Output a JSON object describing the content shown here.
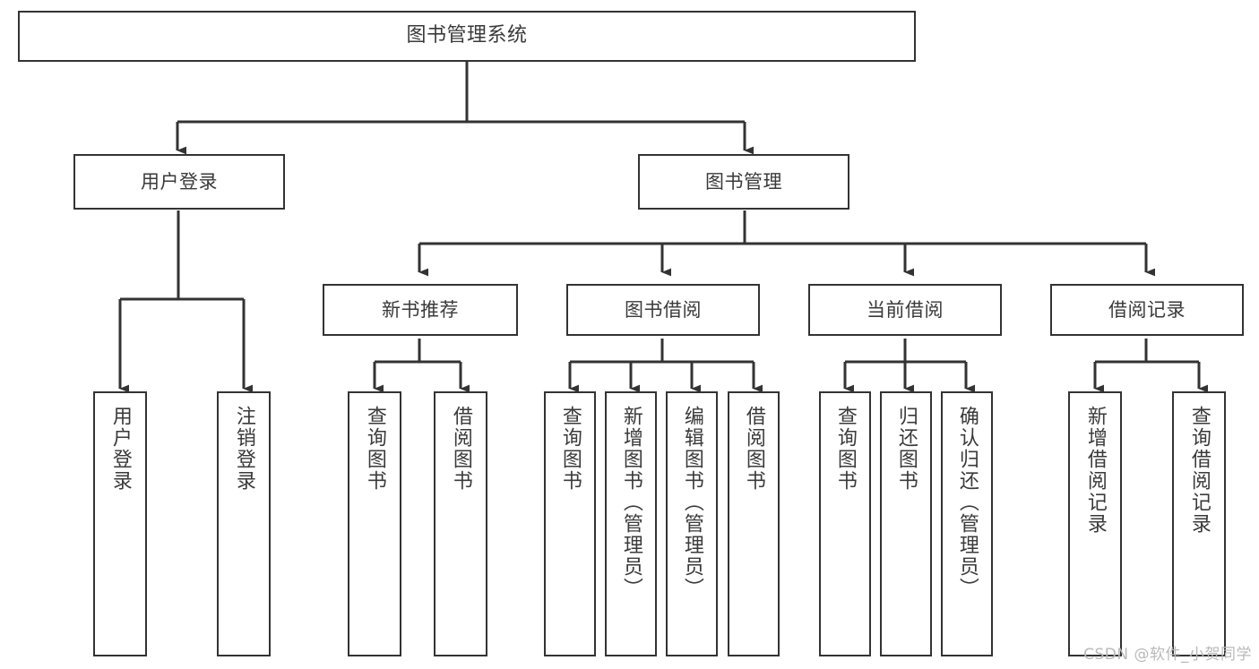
{
  "diagram": {
    "type": "tree",
    "title": "图书管理系统",
    "watermark": "CSDN @软件_小贺同学",
    "colors": {
      "stroke": "#333333",
      "text": "#3a3a3a",
      "background": "#ffffff",
      "watermark": "#b9b9b9"
    },
    "nodes": {
      "root": {
        "label": "图书管理系统"
      },
      "level2": [
        {
          "id": "user-login",
          "label": "用户登录"
        },
        {
          "id": "book-management",
          "label": "图书管理"
        }
      ],
      "level3": [
        {
          "id": "new-book-recommend",
          "label": "新书推荐"
        },
        {
          "id": "book-borrow",
          "label": "图书借阅"
        },
        {
          "id": "current-borrow",
          "label": "当前借阅"
        },
        {
          "id": "borrow-record",
          "label": "借阅记录"
        }
      ],
      "leaves": {
        "user-login": [
          {
            "id": "leaf-user-login",
            "label": "用户登录"
          },
          {
            "id": "leaf-user-logout",
            "label": "注销登录"
          }
        ],
        "new-book-recommend": [
          {
            "id": "leaf-query-book-1",
            "label": "查询图书"
          },
          {
            "id": "leaf-borrow-book-1",
            "label": "借阅图书"
          }
        ],
        "book-borrow": [
          {
            "id": "leaf-query-book-2",
            "label": "查询图书"
          },
          {
            "id": "leaf-add-book",
            "label": "新增图书（管理员）"
          },
          {
            "id": "leaf-edit-book",
            "label": "编辑图书（管理员）"
          },
          {
            "id": "leaf-borrow-book-2",
            "label": "借阅图书"
          }
        ],
        "current-borrow": [
          {
            "id": "leaf-query-book-3",
            "label": "查询图书"
          },
          {
            "id": "leaf-return-book",
            "label": "归还图书"
          },
          {
            "id": "leaf-confirm-return",
            "label": "确认归还（管理员）"
          }
        ],
        "borrow-record": [
          {
            "id": "leaf-add-record",
            "label": "新增借阅记录"
          },
          {
            "id": "leaf-query-record",
            "label": "查询借阅记录"
          }
        ]
      }
    }
  }
}
